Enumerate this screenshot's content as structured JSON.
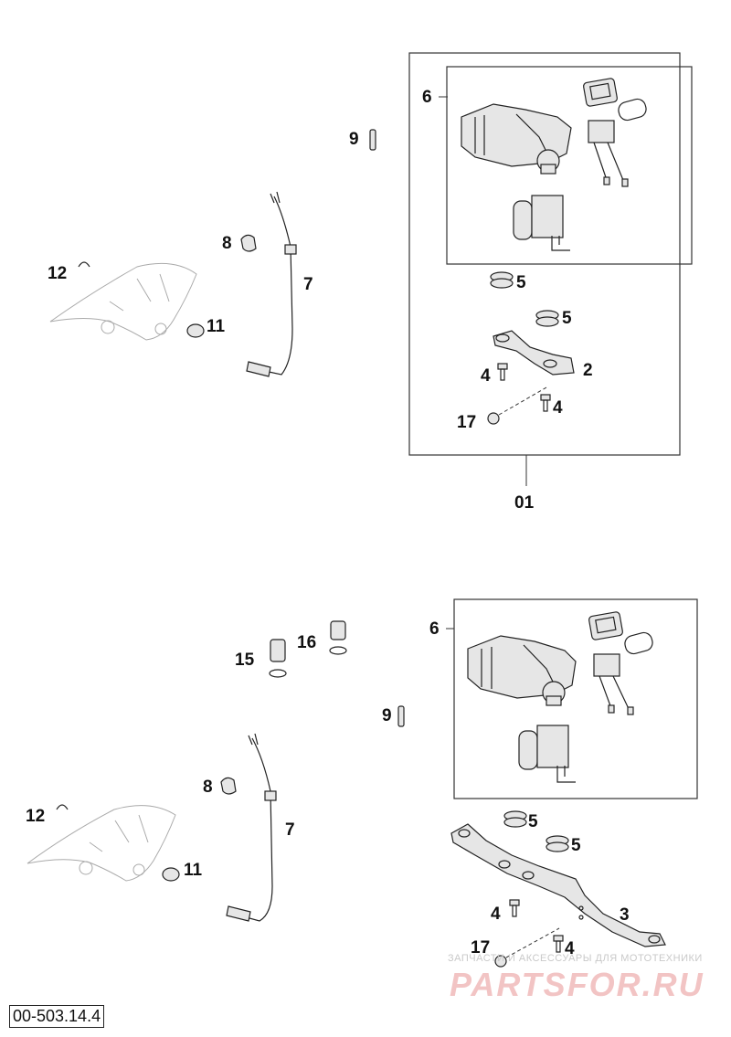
{
  "top_group": {
    "callouts": {
      "c6": "6",
      "c9": "9",
      "c8": "8",
      "c7": "7",
      "c12": "12",
      "c11": "11",
      "c5a": "5",
      "c5b": "5",
      "c4a": "4",
      "c2": "2",
      "c17": "17",
      "c4b": "4",
      "c01": "01"
    }
  },
  "bottom_group": {
    "callouts": {
      "c6": "6",
      "c16": "16",
      "c15": "15",
      "c9": "9",
      "c8": "8",
      "c7": "7",
      "c12": "12",
      "c11": "11",
      "c5a": "5",
      "c5b": "5",
      "c4a": "4",
      "c3": "3",
      "c17": "17",
      "c4b": "4"
    }
  },
  "watermark": {
    "tagline": "ЗАПЧАСТИ И АКСЕССУАРЫ ДЛЯ МОТОТЕХНИКИ",
    "brand": "PARTSFOR.RU"
  },
  "drawing_code": "00-503.14.4"
}
